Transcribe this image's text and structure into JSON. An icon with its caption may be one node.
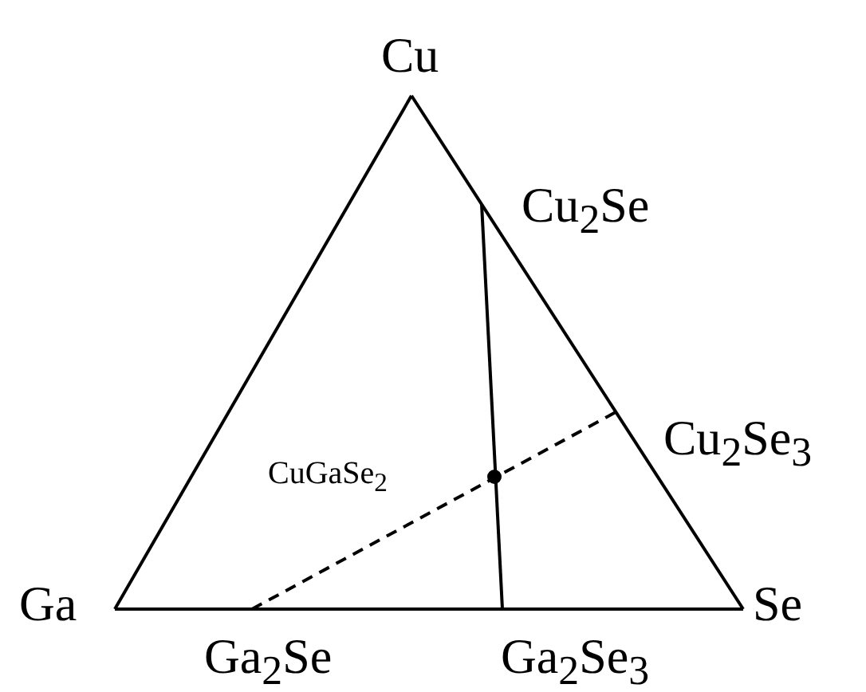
{
  "diagram": {
    "nodes": [
      {
        "text": [
          "Cu"
        ]
      },
      {
        "text": [
          "Ga"
        ]
      },
      {
        "text": [
          "Se"
        ]
      },
      {
        "text": [
          "Cu$_{2}$Se"
        ]
      },
      {
        "text": [
          "Cu$_{2}$Se$_{3}$"
        ]
      },
      {
        "text": [
          "CuGaSe$_{2}$"
        ]
      },
      {
        "text": [
          "Ga$_{2}$Se"
        ]
      },
      {
        "text": [
          "Ga$_{2}$Se$_{3}$"
        ]
      }
    ],
    "edges": [
      {
        "from": 0,
        "to": 1,
        "arrow": "none"
      },
      {
        "from": 0,
        "to": 2,
        "arrow": "none"
      },
      {
        "from": 1,
        "to": 2,
        "arrow": "none"
      },
      {
        "from": 3,
        "to": 7,
        "arrow": "none"
      },
      {
        "from": 6,
        "to": 4,
        "arrow": "none",
        "style": "dashed"
      }
    ]
  }
}
